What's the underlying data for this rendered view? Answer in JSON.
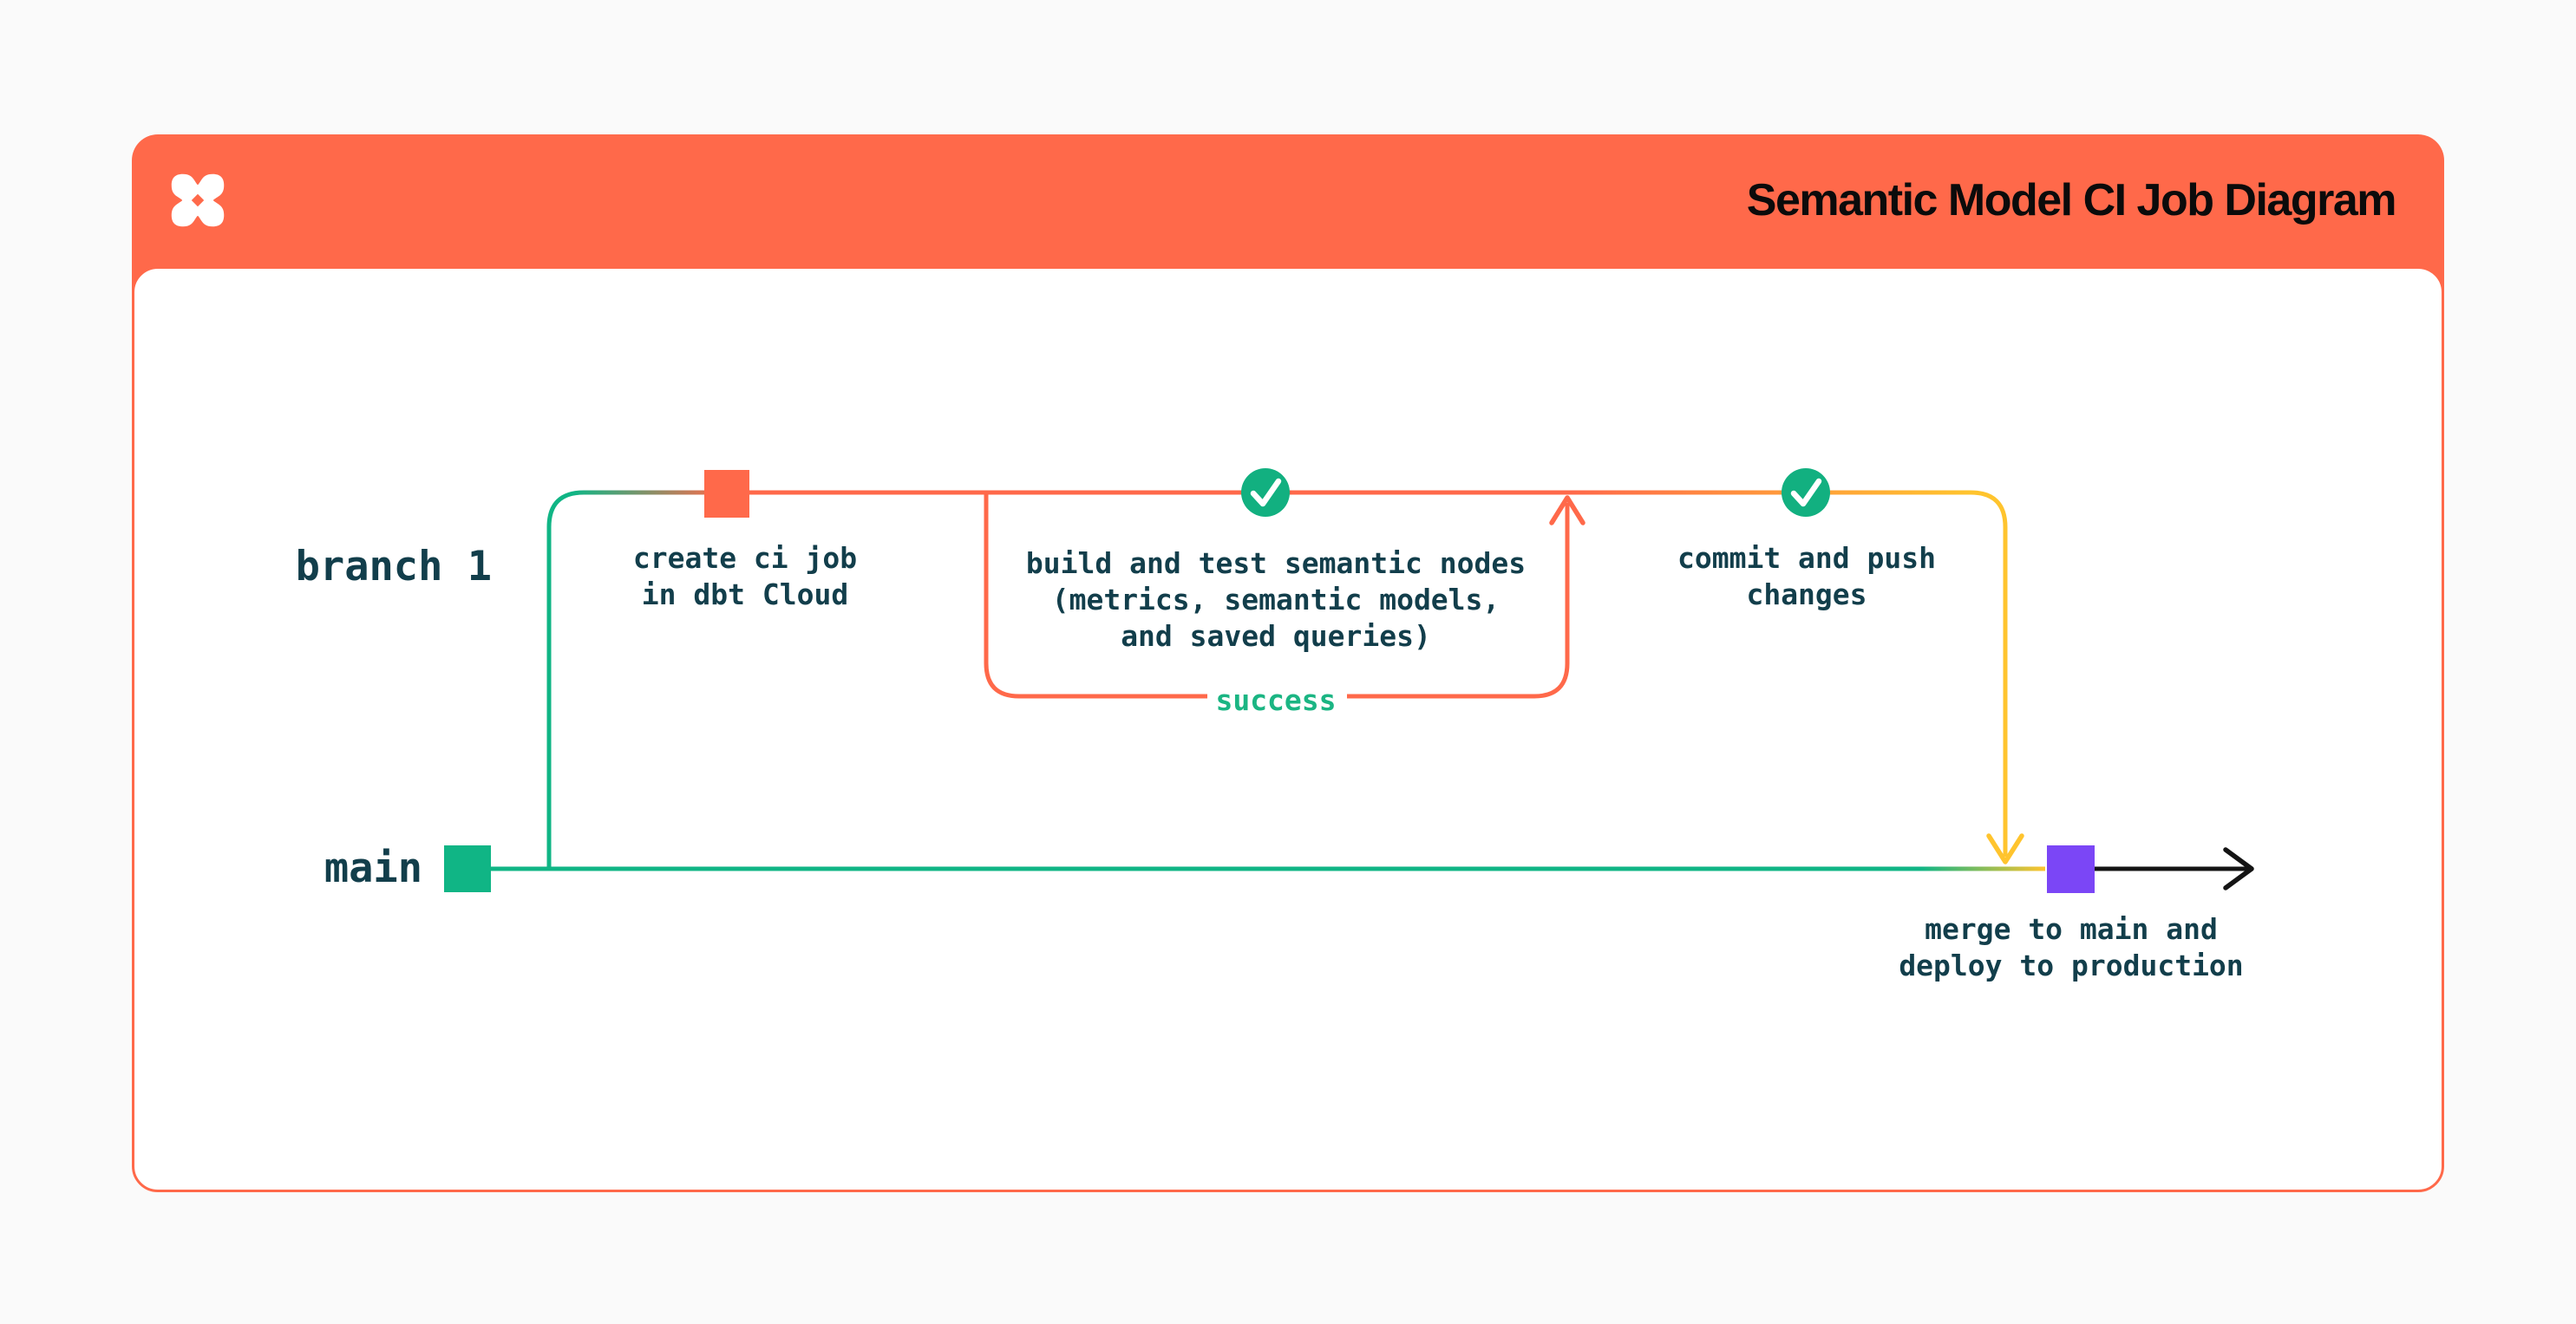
{
  "header": {
    "title": "Semantic Model CI Job Diagram",
    "logo": "dbt-logo"
  },
  "branches": {
    "branch_label": "branch 1",
    "main_label": "main"
  },
  "nodes": {
    "create": {
      "line1": "create ci job",
      "line2": "in dbt Cloud"
    },
    "build": {
      "line1": "build and test semantic nodes",
      "line2": "(metrics, semantic models,",
      "line3": "and saved queries)"
    },
    "commit": {
      "line1": "commit and push",
      "line2": "changes"
    },
    "merge": {
      "line1": "merge to main and",
      "line2": "deploy to production"
    }
  },
  "labels": {
    "success": "success"
  },
  "colors": {
    "orange": "#FF694A",
    "green": "#10B585",
    "check_green": "#12B080",
    "yellow": "#FFC42E",
    "purple": "#7B46F6",
    "dark_teal": "#123E4B",
    "arrow_black": "#141414",
    "page_background": "#FAFAFA",
    "card_background": "#FFFFFF"
  }
}
